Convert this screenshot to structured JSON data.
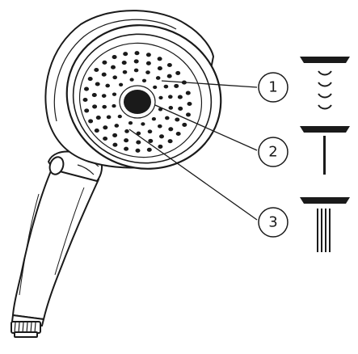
{
  "callouts": [
    {
      "number": "1",
      "icon": "spray-mode-massage-icon"
    },
    {
      "number": "2",
      "icon": "spray-mode-single-jet-icon"
    },
    {
      "number": "3",
      "icon": "spray-mode-rain-jets-icon"
    }
  ],
  "colors": {
    "line": "#1a1a1a",
    "fill": "#ffffff"
  }
}
